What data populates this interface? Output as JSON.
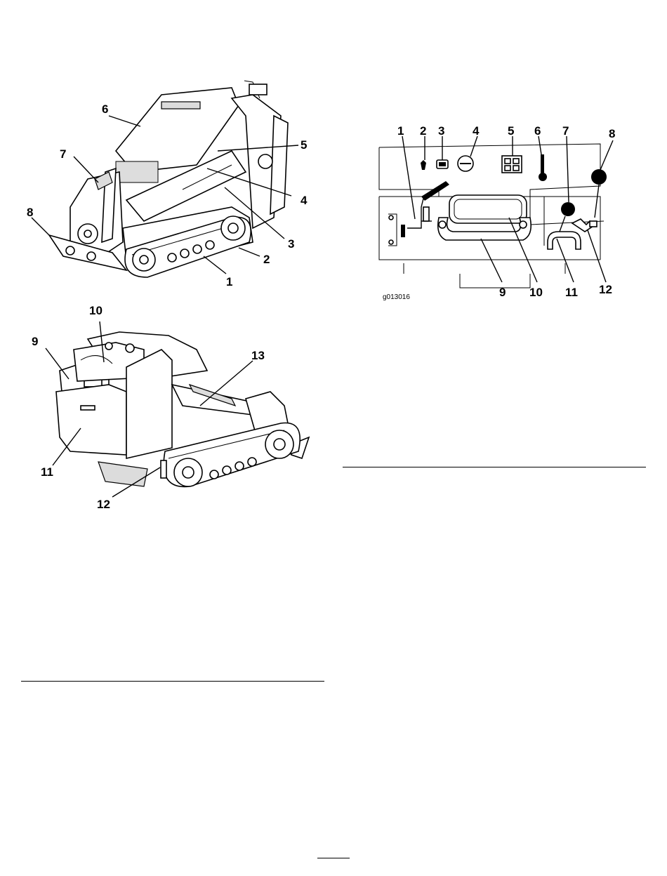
{
  "figure_front": {
    "callouts": [
      "1",
      "2",
      "3",
      "4",
      "5",
      "6",
      "7",
      "8"
    ]
  },
  "figure_rear": {
    "callouts": [
      "9",
      "10",
      "11",
      "12",
      "13"
    ]
  },
  "figure_controls": {
    "callouts": [
      "1",
      "2",
      "3",
      "4",
      "5",
      "6",
      "7",
      "8",
      "9",
      "10",
      "11",
      "12"
    ],
    "figure_id": "g013016"
  },
  "page_number": ""
}
